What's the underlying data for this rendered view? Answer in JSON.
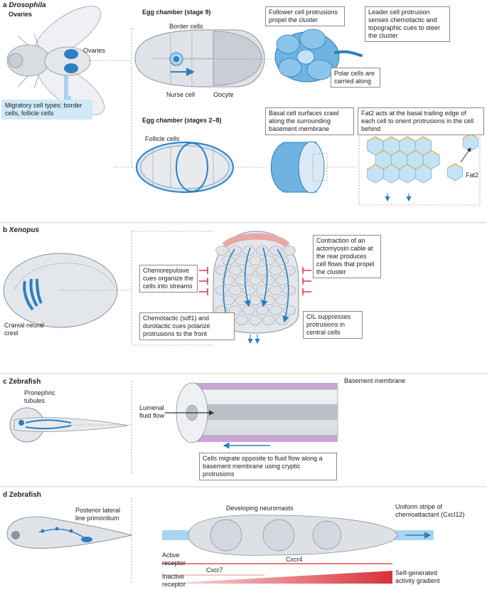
{
  "panels": {
    "a": {
      "letter": "a",
      "title": "Drosophila",
      "ovaries_heading": "Ovaries",
      "ovaries_label": "Ovaries",
      "migratory_label": "Migratory cell types: border cells, follicle cells",
      "stage9_title": "Egg chamber (stage 9)",
      "border_cells": "Border cells",
      "nurse_cell": "Nurse cell",
      "oocyte": "Oocyte",
      "follower_box": "Follower cell protrusions propel the cluster",
      "leader_box": "Leader cell protrusion senses chemotactic and topographic cues to steer the cluster",
      "polar_box": "Polar cells are carried along",
      "stage28_title": "Egg chamber (stages 2–8)",
      "follicle_cells": "Follicle cells",
      "basal_box": "Basal cell surfaces crawl along the surrounding basement membrane",
      "fat2_box": "Fat2 acts at the basal trailing edge of each cell to orient protrusions in the cell behind",
      "fat2_label": "Fat2"
    },
    "b": {
      "letter": "b",
      "title": "Xenopus",
      "cranial": "Cranial neural crest",
      "chemorep_box": "Chemorepulsive cues organize the cells into streams",
      "contraction_box": "Contraction of an actomyosin cable at the rear produces cell flows that propel the cluster",
      "chemotactic_box": "Chemotactic (sdf1) and durotactic cues polarize protrusions to the front",
      "cil_box": "CIL suppresses protrusions in central cells"
    },
    "c": {
      "letter": "c",
      "title": "Zebrafish",
      "pronephric": "Pronephric tubules",
      "basement": "Basement membrane",
      "lumenal": "Lumenal fluid flow",
      "cells_box": "Cells migrate opposite to fluid flow along a basement membrane using cryptic protrusions"
    },
    "d": {
      "letter": "d",
      "title": "Zebrafish",
      "pllp": "Posterior lateral line primordium",
      "neuromasts": "Developing neuromasts",
      "uniform": "Uniform stripe of chemoattactant (Cxcl12)",
      "active": "Active receptor",
      "cxcr4": "Cxcr4",
      "cxcr7": "Cxcr7",
      "inactive": "Inactive receptor",
      "selfgen": "Self-generated activity gradient"
    }
  },
  "colors": {
    "blue": "#2c7fc0",
    "light_blue": "#a9d4ef",
    "pale_blue": "#dbeef9",
    "gray_fill": "#e3e6ea",
    "gray_stroke": "#8c939b",
    "red": "#d9323a",
    "pink": "#e8a8a8",
    "purple": "#c9a6d4"
  }
}
